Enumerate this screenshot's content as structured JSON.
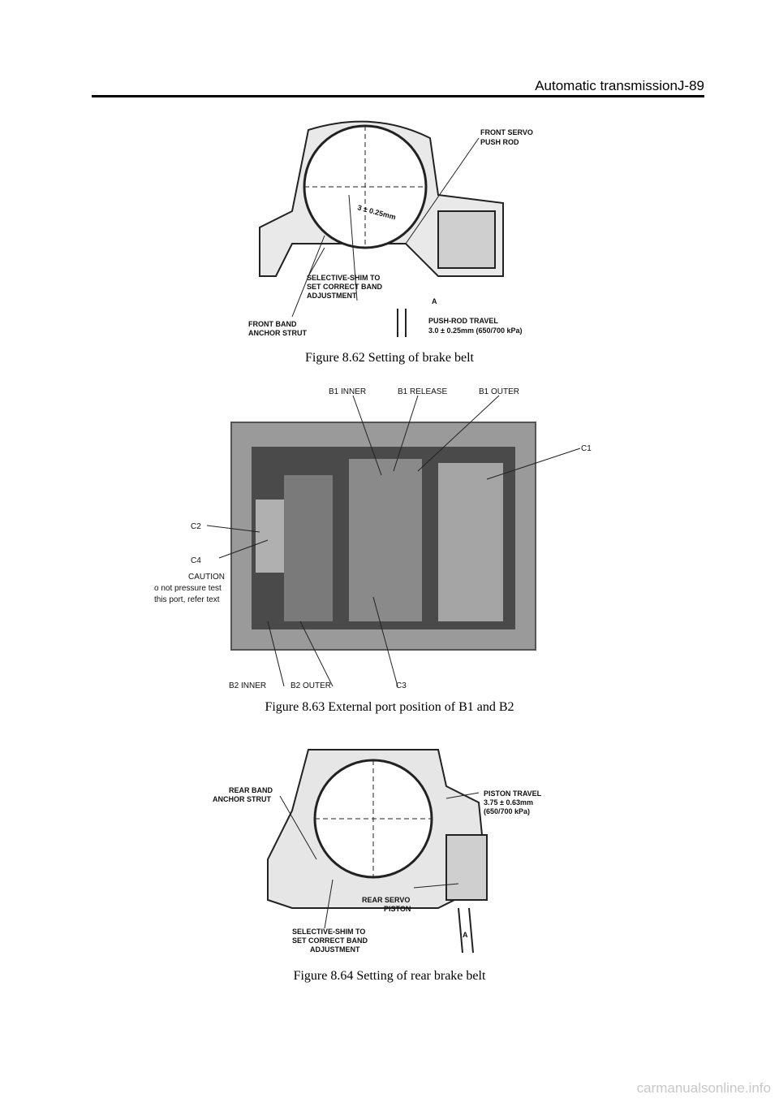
{
  "header": {
    "title": "Automatic transmissionJ-89"
  },
  "figure1": {
    "caption": "Figure 8.62  Setting of brake belt",
    "labels": {
      "front_servo_1": "FRONT SERVO",
      "front_servo_2": "PUSH ROD",
      "dimension": "3 ± 0.25mm",
      "shim_1": "SELECTIVE-SHIM TO",
      "shim_2": "SET CORRECT BAND",
      "shim_3": "ADJUSTMENT",
      "a": "A",
      "strut_1": "FRONT BAND",
      "strut_2": "ANCHOR STRUT",
      "travel_1": "PUSH-ROD TRAVEL",
      "travel_2": "3.0 ± 0.25mm (650/700 kPa)"
    }
  },
  "figure2": {
    "caption": "Figure 8.63  External port position of B1 and B2",
    "labels": {
      "b1_inner": "B1 INNER",
      "b1_release": "B1 RELEASE",
      "b1_outer": "B1 OUTER",
      "c1": "C1",
      "c2": "C2",
      "c4": "C4",
      "caution": "CAUTION",
      "caution_2": "o not pressure test",
      "caution_3": "this port, refer text",
      "b2_inner": "B2 INNER",
      "b2_outer": "B2 OUTER",
      "c3": "C3"
    }
  },
  "figure3": {
    "caption": "Figure 8.64  Setting of rear brake belt",
    "labels": {
      "rear_strut_1": "REAR BAND",
      "rear_strut_2": "ANCHOR STRUT",
      "piston_travel_1": "PISTON TRAVEL",
      "piston_travel_2": "3.75 ± 0.63mm",
      "piston_travel_3": "(650/700 kPa)",
      "rear_servo_1": "REAR SERVO",
      "rear_servo_2": "PISTON",
      "shim_1": "SELECTIVE-SHIM TO",
      "shim_2": "SET CORRECT BAND",
      "shim_3": "ADJUSTMENT",
      "a": "A"
    }
  },
  "watermark": "carmanualsonline.info"
}
